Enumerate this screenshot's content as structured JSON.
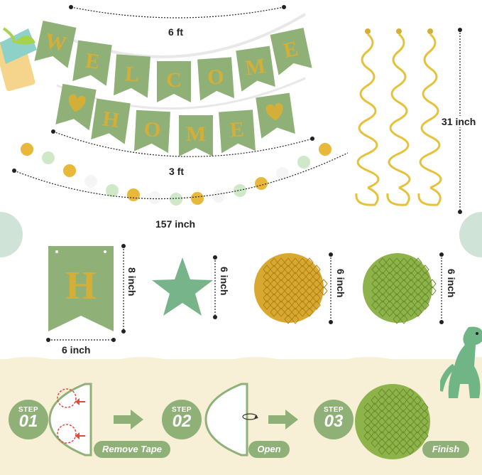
{
  "banner": {
    "word1": [
      "W",
      "E",
      "L",
      "C",
      "O",
      "M",
      "E"
    ],
    "word2": [
      "♥",
      "H",
      "O",
      "M",
      "E",
      "♥"
    ],
    "length_label": "6 ft"
  },
  "dot_garland": {
    "length_label": "3 ft"
  },
  "long_garland": {
    "length_label": "157 inch"
  },
  "swirls": {
    "length_label": "31 inch"
  },
  "single_flag": {
    "letter": "H",
    "height_label": "8 inch",
    "width_label": "6 inch"
  },
  "star": {
    "size_label": "6 inch"
  },
  "gold_ball": {
    "size_label": "6 inch"
  },
  "green_ball": {
    "size_label": "6 inch"
  },
  "steps": [
    {
      "word": "STEP",
      "number": "01",
      "caption": "Remove Tape"
    },
    {
      "word": "STEP",
      "number": "02",
      "caption": "Open"
    },
    {
      "word": "STEP",
      "number": "03",
      "caption": "Finish"
    }
  ],
  "colors": {
    "sage": "#8fb178",
    "gold": "#d4af37",
    "cream": "#f7f0d6",
    "honeycomb_gold": "#d9a830",
    "honeycomb_green": "#8db34a"
  },
  "icons": [
    "gift-icon",
    "dinosaur-icon",
    "heart-icon",
    "arrow-right-icon",
    "rotate-icon"
  ]
}
